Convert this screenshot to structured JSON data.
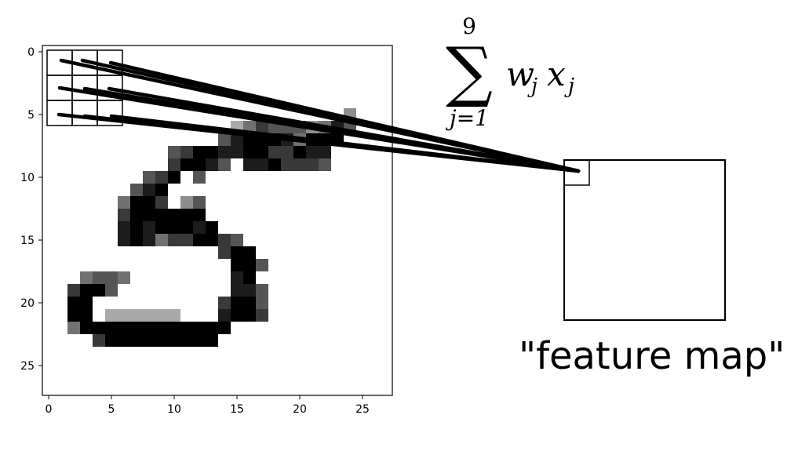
{
  "plot": {
    "x_ticks": [
      "0",
      "5",
      "10",
      "15",
      "20",
      "25"
    ],
    "y_ticks": [
      "0",
      "5",
      "10",
      "15",
      "20",
      "25"
    ],
    "image_rows": [
      "............................",
      "............................",
      "............................",
      "............................",
      "............................",
      "........................4...",
      "...............3576664586...",
      "..............6899985999....",
      "..........6799889977988.....",
      "..........79986.8897776.....",
      "........679.6...............",
      ".......689...................",
      "......5997.46...............",
      "......7999999................",
      "......89899989...............",
      "......8985779976.............",
      "..............799............",
      "...............996...........",
      "...5665........89............",
      "..7996.........886...........",
      "..99..........7996...........",
      "..99.333333...8997...........",
      "..5999999999999.............",
      "....7999999999...............",
      "............................",
      "............................",
      "............................",
      "............................"
    ]
  },
  "formula": {
    "sum_symbol": "∑",
    "upper_limit": "9",
    "lower_limit": "j=1",
    "term_w": "w",
    "term_x": "x",
    "subscript": "j"
  },
  "caption": "\"feature map\"",
  "colors": {
    "ink": "#000000",
    "background": "#ffffff",
    "pixel_base": "#000000"
  }
}
